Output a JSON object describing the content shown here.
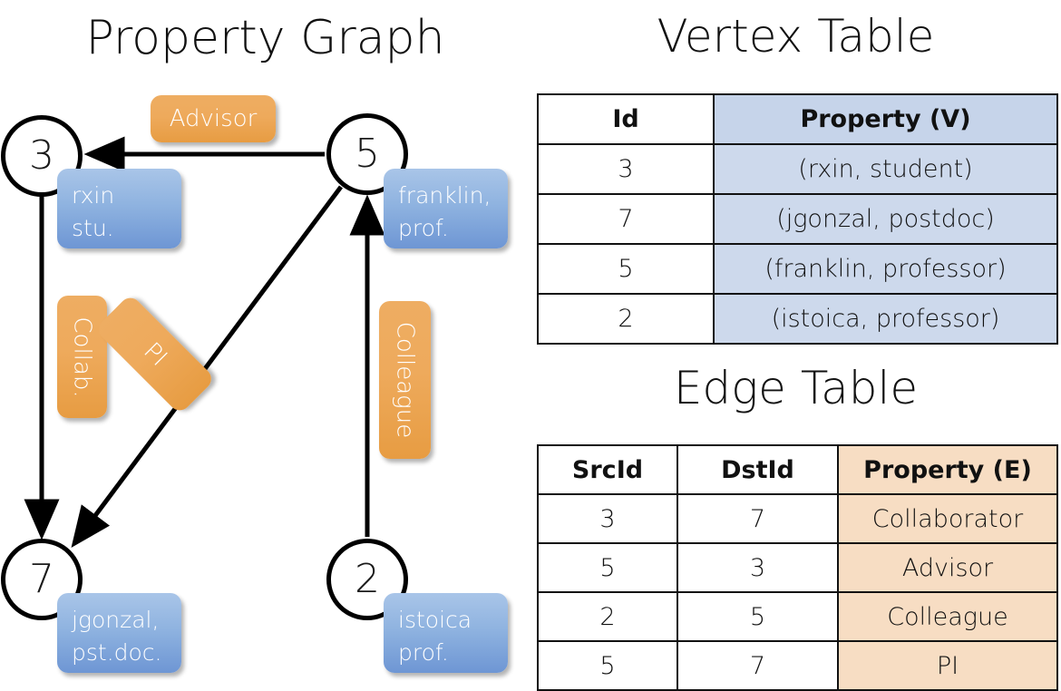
{
  "titles": {
    "property_graph": "Property Graph",
    "vertex_table": "Vertex Table",
    "edge_table": "Edge Table"
  },
  "colors": {
    "vertex_property_fill": "#cdd9ec",
    "edge_property_fill": "#f7ddc3",
    "node_box_blue": "#8fb3e0",
    "edge_label_orange": "#eeaa5c",
    "stroke": "#111111"
  },
  "graph": {
    "nodes": [
      {
        "id": "3",
        "property_line1": "rxin",
        "property_line2": "stu."
      },
      {
        "id": "5",
        "property_line1": "franklin,",
        "property_line2": "prof."
      },
      {
        "id": "7",
        "property_line1": "jgonzal,",
        "property_line2": "pst.doc."
      },
      {
        "id": "2",
        "property_line1": "istoica",
        "property_line2": "prof."
      }
    ],
    "edge_labels": [
      {
        "key": "advisor",
        "text": "Advisor",
        "src": "5",
        "dst": "3"
      },
      {
        "key": "collab",
        "text": "Collab.",
        "src": "3",
        "dst": "7"
      },
      {
        "key": "pi",
        "text": "PI",
        "src": "5",
        "dst": "7"
      },
      {
        "key": "colleague",
        "text": "Colleague",
        "src": "2",
        "dst": "5"
      }
    ]
  },
  "vertex_table": {
    "headers": [
      "Id",
      "Property (V)"
    ],
    "rows": [
      {
        "id": "3",
        "property": "(rxin, student)"
      },
      {
        "id": "7",
        "property": "(jgonzal, postdoc)"
      },
      {
        "id": "5",
        "property": "(franklin, professor)"
      },
      {
        "id": "2",
        "property": "(istoica, professor)"
      }
    ]
  },
  "edge_table": {
    "headers": [
      "SrcId",
      "DstId",
      "Property (E)"
    ],
    "rows": [
      {
        "src": "3",
        "dst": "7",
        "property": "Collaborator"
      },
      {
        "src": "5",
        "dst": "3",
        "property": "Advisor"
      },
      {
        "src": "2",
        "dst": "5",
        "property": "Colleague"
      },
      {
        "src": "5",
        "dst": "7",
        "property": "PI"
      }
    ]
  }
}
